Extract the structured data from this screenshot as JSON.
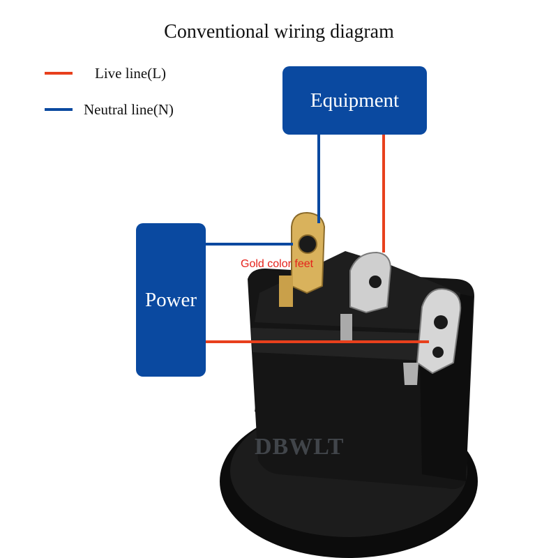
{
  "title": "Conventional wiring diagram",
  "legend": [
    {
      "label": "Live line(L)",
      "color": "#e8401c"
    },
    {
      "label": "Neutral line(N)",
      "color": "#0a49a0"
    }
  ],
  "boxes": {
    "equipment": "Equipment",
    "power": "Power"
  },
  "annotation": "Gold color feet",
  "watermark": "DBWLT",
  "colors": {
    "box_fill": "#0a49a0",
    "live": "#e8401c",
    "neutral": "#0a49a0",
    "gold_terminal": "#d9b25c",
    "silver_terminal": "#c9c9c9",
    "switch_body": "#1a1a1a"
  }
}
